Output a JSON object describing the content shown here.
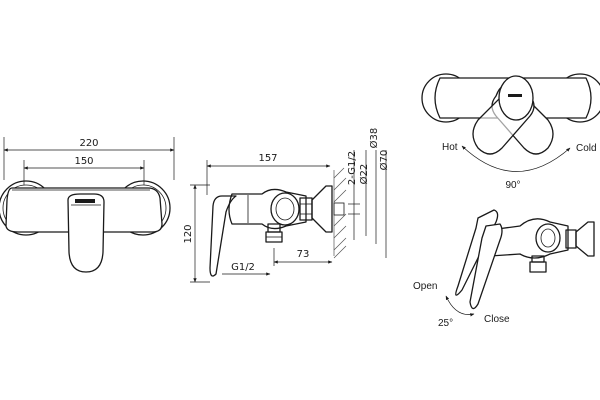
{
  "dimensions": {
    "overall_width": "220",
    "inlet_centers": "150",
    "depth": "157",
    "height": "120",
    "inlet_offset": "73",
    "outlet_thread": "G1/2",
    "wall_thread": "2-G1/2",
    "dia_22": "Ø22",
    "dia_38": "Ø38",
    "dia_70": "Ø70"
  },
  "labels": {
    "hot": "Hot",
    "cold": "Cold",
    "rotation_angle": "90°",
    "open": "Open",
    "close": "Close",
    "lever_angle": "25°"
  }
}
